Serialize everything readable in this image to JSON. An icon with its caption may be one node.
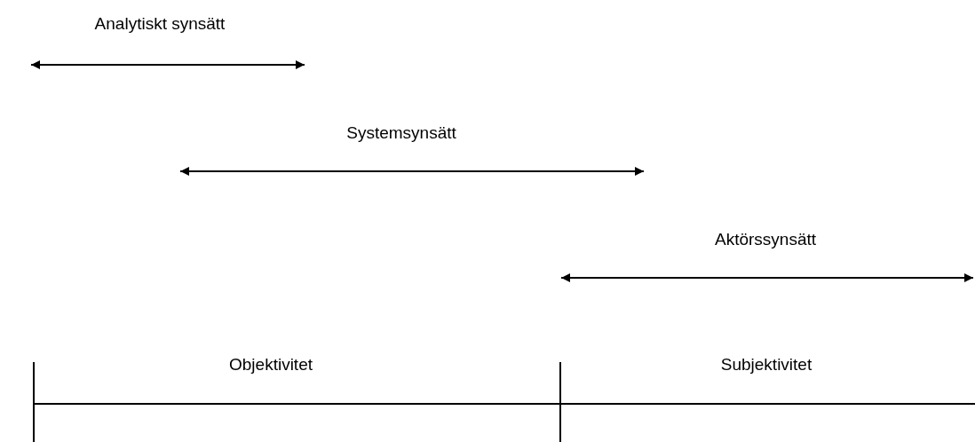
{
  "diagram": {
    "labels": [
      "Analytiskt synsätt",
      "Systemsynsätt",
      "Aktörssynsätt",
      "Objektivitet",
      "Subjektivitet"
    ]
  }
}
